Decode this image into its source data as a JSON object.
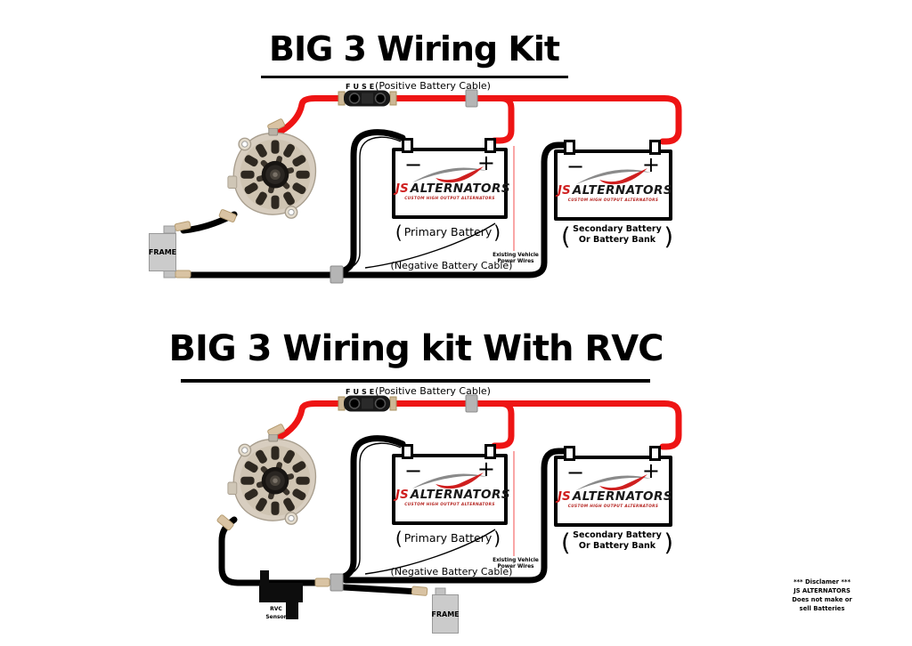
{
  "symbols": {
    "paren_open": "(",
    "paren_close": ")",
    "minus": "−",
    "plus": "+"
  },
  "logo": {
    "js": "JS",
    "alternators": "ALTERNATORS",
    "tagline": "CUSTOM HIGH OUTPUT ALTERNATORS"
  },
  "diagram1": {
    "title": "BIG 3 Wiring Kit",
    "fuse_label": "FUSE",
    "positive_cable_label": "(Positive Battery Cable)",
    "negative_cable_label": "(Negative Battery Cable)",
    "frame_label": "FRAME",
    "primary_battery_label": "Primary Battery",
    "secondary_battery_line1": "Secondary Battery",
    "secondary_battery_line2": "Or Battery Bank",
    "existing_wires_line1": "Existing Vehicle",
    "existing_wires_line2": "Power Wires"
  },
  "diagram2": {
    "title": "BIG 3 Wiring kit With RVC",
    "fuse_label": "FUSE",
    "positive_cable_label": "(Positive Battery Cable)",
    "negative_cable_label": "(Negative Battery Cable)",
    "frame_label": "FRAME",
    "primary_battery_label": "Primary Battery",
    "secondary_battery_line1": "Secondary Battery",
    "secondary_battery_line2": "Or Battery Bank",
    "existing_wires_line1": "Existing Vehicle",
    "existing_wires_line2": "Power Wires",
    "rvc_line1": "RVC",
    "rvc_line2": "Sensor"
  },
  "disclaimer": {
    "line1": "*** Disclamer ***",
    "line2": "JS ALTERNATORS",
    "line3": "Does not make or",
    "line4": "sell Batteries"
  },
  "colors": {
    "positive_wire": "#ee1414",
    "negative_wire": "#000000",
    "connector_gray": "#b5b5b5",
    "lug_tan": "#d9c3a3",
    "frame_fill": "#cbcbcb",
    "logo_red": "#cf1f1f",
    "background": "#ffffff"
  }
}
